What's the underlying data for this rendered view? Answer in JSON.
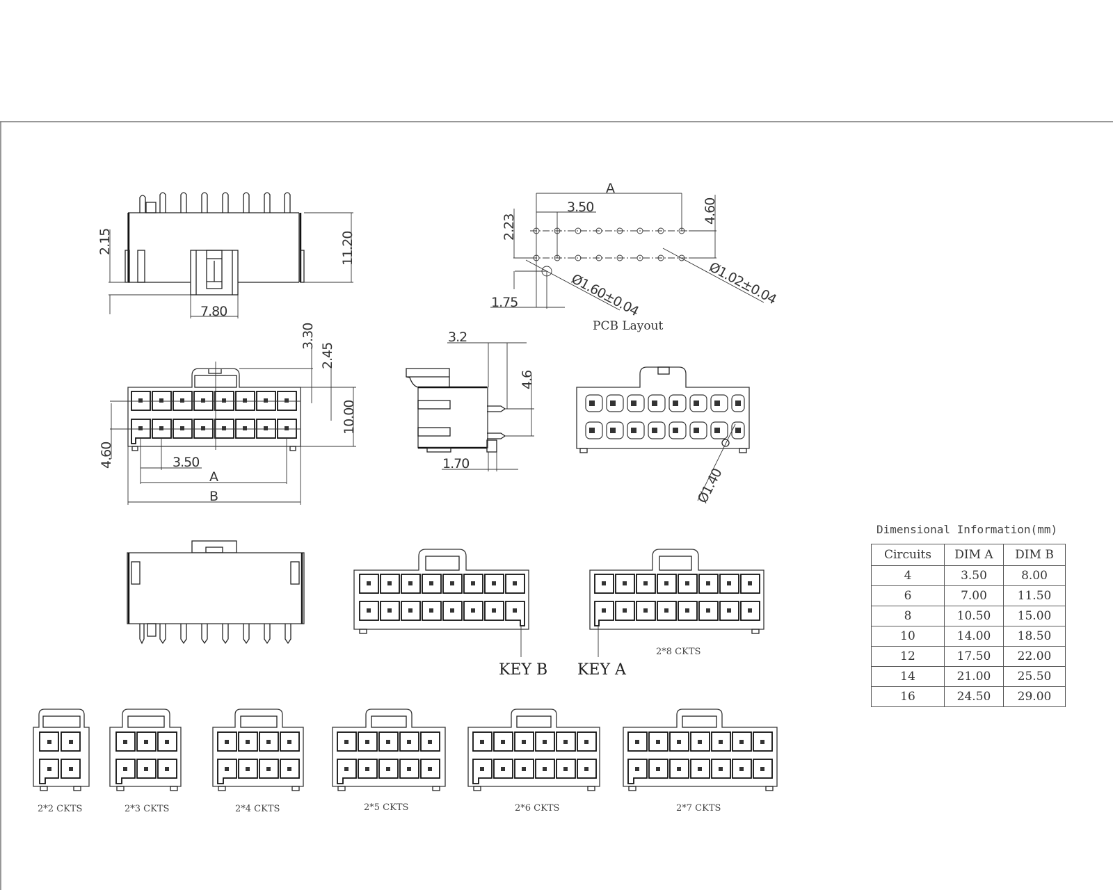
{
  "drawing": {
    "frame": {
      "border_color": "#777777"
    },
    "top_view": {
      "dims": {
        "height_offset": "2.15",
        "total_height": "11.20",
        "latch_width": "7.80"
      }
    },
    "pcb_layout": {
      "title": "PCB Layout",
      "dims": {
        "span": "A",
        "pitch": "3.50",
        "row_pitch": "4.60",
        "peg_offset_y": "2.23",
        "peg_offset_x": "1.75",
        "peg_hole": "Ø1.60±0.04",
        "pin_hole": "Ø1.02±0.04"
      },
      "pins_per_row": 8
    },
    "front_view": {
      "dims": {
        "latch_height": "3.30",
        "latch_offset": "2.45",
        "body_height": "10.00",
        "row_pitch": "4.60",
        "pitch": "3.50",
        "dim_a": "A",
        "dim_b": "B"
      },
      "circuits": 16
    },
    "side_view": {
      "dims": {
        "tail_length": "3.2",
        "row_pitch": "4.6",
        "peg_offset": "1.70"
      }
    },
    "mating_view": {
      "dims": {
        "peg_diameter": "Ø1.40"
      }
    },
    "key_views": [
      {
        "label": "KEY B"
      },
      {
        "label": "KEY A",
        "caption": "2*8 CKTS"
      }
    ],
    "variants": [
      {
        "caption": "2*2 CKTS",
        "cols": 2
      },
      {
        "caption": "2*3 CKTS",
        "cols": 3
      },
      {
        "caption": "2*4 CKTS",
        "cols": 4
      },
      {
        "caption": "2*5 CKTS",
        "cols": 5
      },
      {
        "caption": "2*6 CKTS",
        "cols": 6
      },
      {
        "caption": "2*7 CKTS",
        "cols": 7
      }
    ]
  },
  "table": {
    "title": "Dimensional Information(mm)",
    "headers": [
      "Circuits",
      "DIM A",
      "DIM B"
    ],
    "rows": [
      [
        "4",
        "3.50",
        "8.00"
      ],
      [
        "6",
        "7.00",
        "11.50"
      ],
      [
        "8",
        "10.50",
        "15.00"
      ],
      [
        "10",
        "14.00",
        "18.50"
      ],
      [
        "12",
        "17.50",
        "22.00"
      ],
      [
        "14",
        "21.00",
        "25.50"
      ],
      [
        "16",
        "24.50",
        "29.00"
      ]
    ]
  }
}
